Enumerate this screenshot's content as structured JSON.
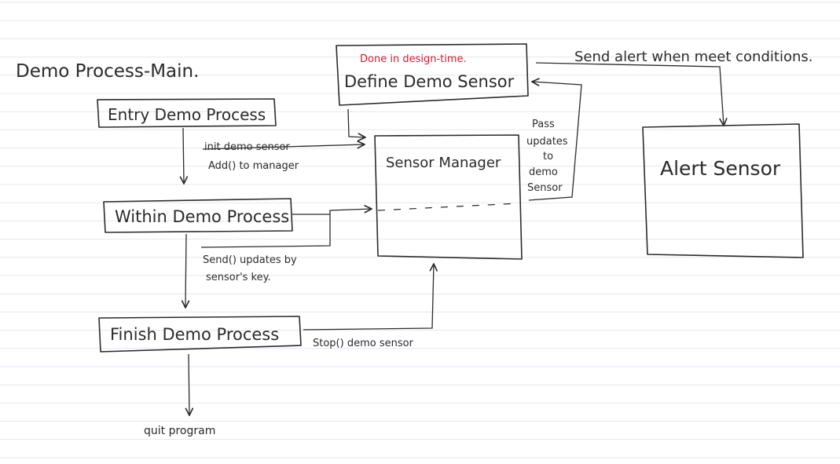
{
  "title": "Demo Process-Main.",
  "nodes": {
    "entry": "Entry Demo Process",
    "within": "Within Demo Process",
    "finish": "Finish Demo Process",
    "define": "Define Demo Sensor",
    "define_note": "Done in design-time.",
    "manager": "Sensor Manager",
    "alert": "Alert Sensor"
  },
  "edges": {
    "init_line1": "init demo sensor",
    "init_line2": "Add() to manager",
    "send_line1": "Send() updates by",
    "send_line2": "sensor's key.",
    "stop": "Stop() demo sensor",
    "quit": "quit program",
    "pass_lines": [
      "Pass",
      "updates",
      "to",
      "demo",
      "Sensor"
    ],
    "alert_when": "Send alert when meet conditions."
  },
  "colors": {
    "ink": "#2b2b2b",
    "note": "#e0152d",
    "ruled_line": "#dfe9f4"
  }
}
